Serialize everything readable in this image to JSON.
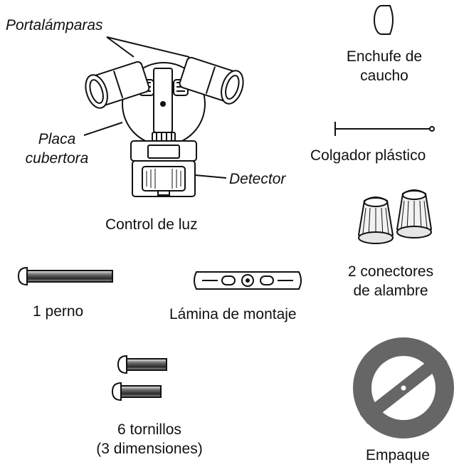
{
  "labels": {
    "portalamparas": "Portalámparas",
    "placa_line1": "Placa",
    "placa_line2": "cubertora",
    "detector": "Detector",
    "control_de_luz": "Control de luz",
    "enchufe_line1": "Enchufe de",
    "enchufe_line2": "caucho",
    "colgador": "Colgador plástico",
    "conectores_line1": "2 conectores",
    "conectores_line2": "de alambre",
    "perno": "1 perno",
    "lamina": "Lámina de montaje",
    "tornillos_line1": "6 tornillos",
    "tornillos_line2": "(3 dimensiones)",
    "empaque": "Empaque"
  },
  "colors": {
    "ink": "#111111",
    "metal_gray": "#8c8c8c",
    "gasket_gray": "#666666",
    "cone_fill": "#f2f2f2"
  }
}
